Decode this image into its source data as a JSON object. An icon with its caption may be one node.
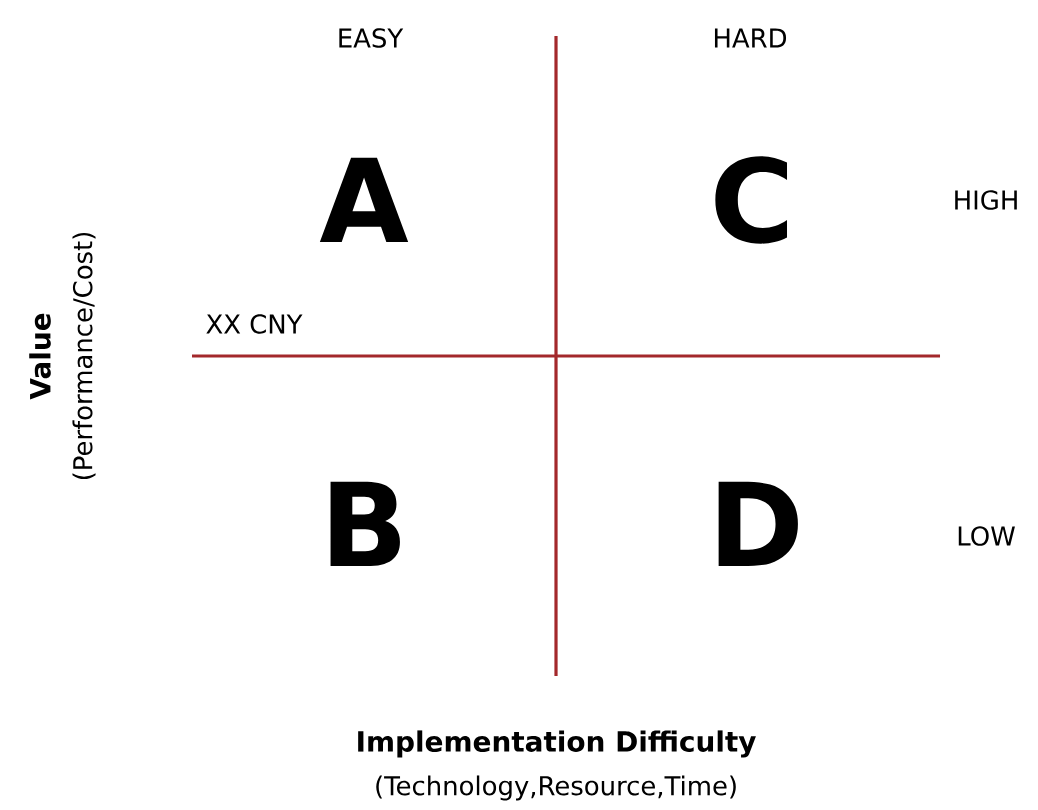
{
  "diagram": {
    "labels": [
      "EASY",
      "HARD",
      "A",
      "C",
      "HIGH",
      "XX CNY",
      "Value",
      "(Performance/Cost)",
      "B",
      "D",
      "LOW",
      "Implementation Difficulty",
      "(Technology,Resource,Time)"
    ]
  }
}
